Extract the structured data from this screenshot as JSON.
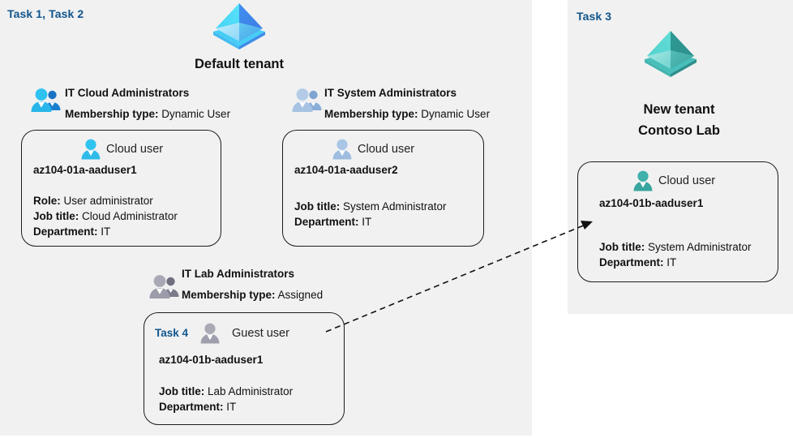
{
  "left_panel": {
    "task_label": "Task 1, Task 2",
    "tenant": {
      "name": "Default tenant",
      "icon": "azure-ad-tenant-icon",
      "color": "#31b9ef"
    },
    "groups": [
      {
        "name": "IT Cloud Administrators",
        "membership_label": "Membership type:",
        "membership_value": "Dynamic User",
        "icon": "group-users-icon",
        "icon_color": "#22b6ef",
        "card": {
          "user_type": "Cloud user",
          "user_icon": "cloud-user-icon",
          "user_icon_color": "#31c3ef",
          "upn": "az104-01a-aaduser1",
          "attributes": [
            {
              "label": "Role:",
              "value": "User administrator"
            },
            {
              "label": "Job title:",
              "value": "Cloud Administrator"
            },
            {
              "label": "Department:",
              "value": "IT"
            }
          ]
        }
      },
      {
        "name": "IT System Administrators",
        "membership_label": "Membership type:",
        "membership_value": "Dynamic User",
        "icon": "group-users-icon",
        "icon_color": "#a8c4e4",
        "card": {
          "user_type": "Cloud user",
          "user_icon": "cloud-user-icon",
          "user_icon_color": "#a8c4e4",
          "upn": "az104-01a-aaduser2",
          "attributes": [
            {
              "label": "Job title:",
              "value": "System Administrator"
            },
            {
              "label": "Department:",
              "value": "IT"
            }
          ]
        }
      },
      {
        "name": "IT Lab Administrators",
        "membership_label": "Membership type:",
        "membership_value": "Assigned",
        "icon": "group-users-icon",
        "icon_color": "#9a9aa8",
        "card": {
          "task_label": "Task 4",
          "user_type": "Guest user",
          "user_icon": "guest-user-icon",
          "user_icon_color": "#a5a5b0",
          "upn": "az104-01b-aaduser1",
          "attributes": [
            {
              "label": "Job title:",
              "value": "Lab Administrator"
            },
            {
              "label": "Department:",
              "value": "IT"
            }
          ]
        }
      }
    ]
  },
  "right_panel": {
    "task_label": "Task 3",
    "tenant": {
      "name_line1": "New  tenant",
      "name_line2": "Contoso Lab",
      "icon": "azure-ad-tenant-icon",
      "color": "#3fb9b5"
    },
    "card": {
      "user_type": "Cloud user",
      "user_icon": "cloud-user-icon",
      "user_icon_color": "#3aa9a5",
      "upn": "az104-01b-aaduser1",
      "attributes": [
        {
          "label": "Job title:",
          "value": "System Administrator"
        },
        {
          "label": "Department:",
          "value": "IT"
        }
      ]
    }
  },
  "connector": {
    "name": "invite-guest-user-arrow",
    "style": "dashed-arrow"
  }
}
